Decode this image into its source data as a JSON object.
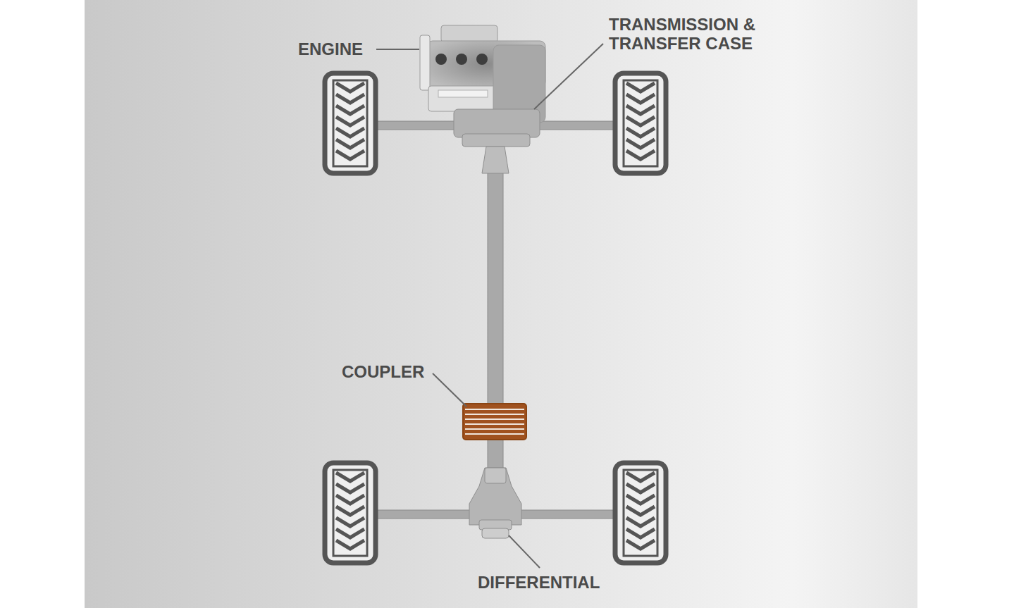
{
  "diagram": {
    "labels": [
      "ENGINE",
      "TRANSMISSION & TRANSFER CASE",
      "COUPLER",
      "DIFFERENTIAL"
    ]
  }
}
